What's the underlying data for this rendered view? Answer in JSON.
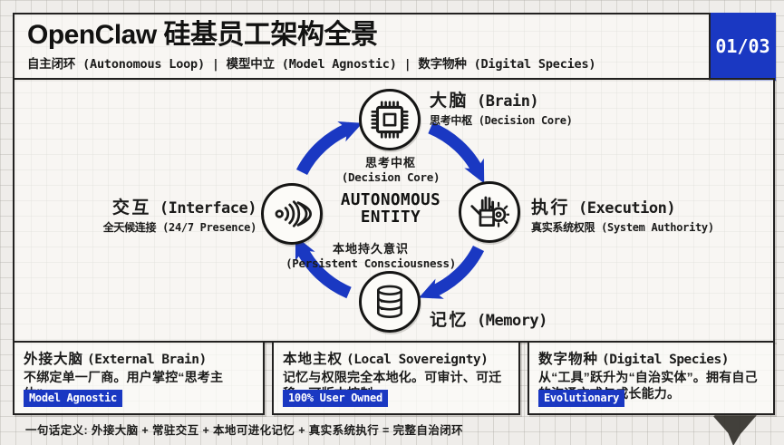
{
  "colors": {
    "accent": "#1a38c2",
    "border": "#222120",
    "ink": "#1b1b1a"
  },
  "header": {
    "title": "OpenClaw 硅基员工架构全景",
    "subtitle": "自主闭环 (Autonomous Loop) | 模型中立 (Model Agnostic) | 数字物种 (Digital Species)",
    "page_badge": "01/03"
  },
  "diagram": {
    "center": {
      "line1": "AUTONOMOUS",
      "line2": "ENTITY"
    },
    "nodes": [
      {
        "id": "brain",
        "icon": "cpu-icon",
        "label_zh": "大脑",
        "label_en": "(Brain)",
        "sub": "思考中枢 (Decision Core)",
        "caption_zh": "思考中枢",
        "caption_en": "(Decision Core)"
      },
      {
        "id": "interface",
        "icon": "voice-icon",
        "label_zh": "交互",
        "label_en": "(Interface)",
        "sub": "全天候连接 (24/7 Presence)"
      },
      {
        "id": "execution",
        "icon": "robot-hand-icon",
        "label_zh": "执行",
        "label_en": "(Execution)",
        "sub": "真实系统权限 (System Authority)"
      },
      {
        "id": "memory",
        "icon": "database-icon",
        "label_zh": "记忆",
        "label_en": "(Memory)",
        "caption_zh": "本地持久意识",
        "caption_en": "(Persistent Consciousness)"
      }
    ]
  },
  "boxes": [
    {
      "title_zh": "外接大脑",
      "title_en": "(External Brain)",
      "body": "不绑定单一厂商。用户掌控“思考主体”。",
      "badge": "Model Agnostic"
    },
    {
      "title_zh": "本地主权",
      "title_en": "(Local Sovereignty)",
      "body": "记忆与权限完全本地化。可审计、可迁移、可版本控制。",
      "badge": "100% User Owned"
    },
    {
      "title_zh": "数字物种",
      "title_en": "(Digital Species)",
      "body": "从“工具”跃升为“自治实体”。拥有自己的沟通方式与成长能力。",
      "badge": "Evolutionary"
    }
  ],
  "footer": {
    "text": "一句话定义: 外接大脑 + 常驻交互 + 本地可进化记忆 + 真实系统执行 = 完整自治闭环"
  }
}
